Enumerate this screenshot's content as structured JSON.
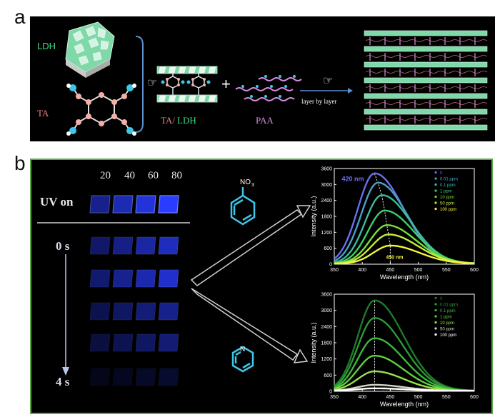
{
  "panel_a": {
    "letter": "a",
    "label_ldh": "LDH",
    "label_ta": "TA",
    "label_ta_ldh_1": "TA/",
    "label_ta_ldh_2": "LDH",
    "label_plus": "+",
    "label_paa": "PAA",
    "label_arrow": "layer by layer",
    "colors": {
      "ldh": "#3ddc84",
      "ta": "#f08080",
      "paa": "#d48fe0",
      "sheet": "#7fd8a8"
    }
  },
  "panel_b": {
    "letter": "b",
    "columns": [
      "20",
      "40",
      "60",
      "80"
    ],
    "uv_label": "UV on",
    "time_start": "0 s",
    "time_end": "4 s",
    "nitro_label": "NO",
    "nitro_sub": "3",
    "pyridine_label": "N",
    "colors": {
      "tile": "#2a3cff",
      "border": "#5aa84a",
      "molecule": "#3ec6e8"
    }
  },
  "chart_data": [
    {
      "type": "line",
      "xlabel": "Wavelength (nm)",
      "ylabel": "Intensity (a.u.)",
      "xlim": [
        350,
        600
      ],
      "ylim": [
        0,
        3600
      ],
      "xticks": [
        "350",
        "400",
        "450",
        "500",
        "550",
        "600"
      ],
      "yticks": [
        "0",
        "600",
        "1200",
        "1800",
        "2400",
        "3000",
        "3600"
      ],
      "annotations": [
        "420 nm",
        "450 nm"
      ],
      "legend_position": "top-right",
      "series": [
        {
          "name": "0",
          "color": "#6d6df0",
          "peak_x": 422,
          "peak_y": 3400
        },
        {
          "name": "0.01 ppm",
          "color": "#4aa0c8",
          "peak_x": 428,
          "peak_y": 3050
        },
        {
          "name": "0.1 ppm",
          "color": "#3cbc9a",
          "peak_x": 435,
          "peak_y": 2580
        },
        {
          "name": "1 ppm",
          "color": "#3cd068",
          "peak_x": 440,
          "peak_y": 2000
        },
        {
          "name": "10 ppm",
          "color": "#76e040",
          "peak_x": 444,
          "peak_y": 1450
        },
        {
          "name": "50 ppm",
          "color": "#c6ec3a",
          "peak_x": 447,
          "peak_y": 1100
        },
        {
          "name": "100 ppm",
          "color": "#f4f43a",
          "peak_x": 450,
          "peak_y": 680
        }
      ]
    },
    {
      "type": "line",
      "xlabel": "Wavelength (nm)",
      "ylabel": "Intensity (a.u.)",
      "xlim": [
        350,
        600
      ],
      "ylim": [
        0,
        3600
      ],
      "xticks": [
        "350",
        "400",
        "450",
        "500",
        "550",
        "600"
      ],
      "yticks": [
        "0",
        "600",
        "1200",
        "1800",
        "2400",
        "3000",
        "3600"
      ],
      "legend_position": "top-right",
      "series": [
        {
          "name": "0",
          "color": "#1e7a2a",
          "peak_x": 422,
          "peak_y": 3350
        },
        {
          "name": "0.01 ppm",
          "color": "#2c9a34",
          "peak_x": 422,
          "peak_y": 2700
        },
        {
          "name": "0.1 ppm",
          "color": "#3cb83c",
          "peak_x": 422,
          "peak_y": 1950
        },
        {
          "name": "1 ppm",
          "color": "#62d040",
          "peak_x": 422,
          "peak_y": 1300
        },
        {
          "name": "10 ppm",
          "color": "#9ae24a",
          "peak_x": 422,
          "peak_y": 720
        },
        {
          "name": "50 ppm",
          "color": "#cfd8c8",
          "peak_x": 422,
          "peak_y": 220
        },
        {
          "name": "100 ppm",
          "color": "#ffffff",
          "peak_x": 422,
          "peak_y": 90
        }
      ]
    }
  ]
}
